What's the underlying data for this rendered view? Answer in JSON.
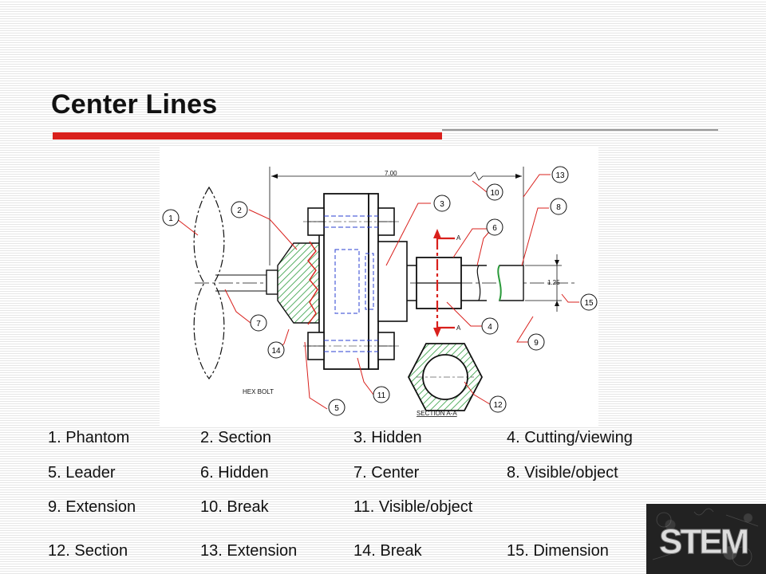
{
  "slide": {
    "title": "Center Lines"
  },
  "drawing": {
    "dimension_overall": "7.00",
    "dimension_diameter": "1.25",
    "label_hex_bolt": "HEX BOLT",
    "label_section": "SECTION A-A",
    "cutting_plane_letter": "A",
    "callouts": [
      "1",
      "2",
      "3",
      "4",
      "5",
      "6",
      "7",
      "8",
      "9",
      "10",
      "11",
      "12",
      "13",
      "14",
      "15"
    ],
    "colors": {
      "line": "#111111",
      "callout": "#d9201c",
      "hidden": "#2a3fd1",
      "hatch": "#2a9a3a"
    }
  },
  "legend": [
    [
      "1. Phantom",
      "2. Section",
      "3. Hidden",
      "4. Cutting/viewing"
    ],
    [
      "5. Leader",
      "6. Hidden",
      "7. Center",
      "8. Visible/object"
    ],
    [
      "9. Extension",
      "10. Break",
      "11. Visible/object",
      ""
    ],
    [
      "12. Section",
      "13. Extension",
      "14. Break",
      "15. Dimension"
    ]
  ],
  "logo": {
    "text": "STEM",
    "icon": "stem-logo-icon"
  }
}
